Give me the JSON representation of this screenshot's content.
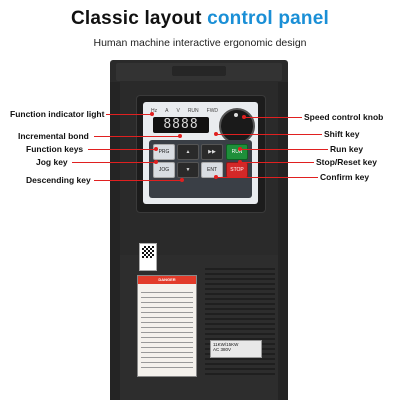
{
  "header": {
    "title_part1": "Classic layout",
    "title_part2": "control panel",
    "subtitle": "Human machine interactive ergonomic design"
  },
  "panel": {
    "display_value": "8888",
    "leds": [
      "Hz",
      "A",
      "V",
      "RUN",
      "FWD"
    ],
    "keys": {
      "prg": "PRG",
      "up": "▲",
      "shift": "▶▶",
      "run": "RUN",
      "down": "▼",
      "stop": "STOP",
      "jog": "JOG",
      "enter": "ENT"
    }
  },
  "callouts_left": [
    "Function indicator light",
    "Incremental bond",
    "Function keys",
    "Jog key",
    "Descending key"
  ],
  "callouts_right": [
    "Speed control knob",
    "Shift key",
    "Run key",
    "Stop/Reset key",
    "Confirm key"
  ],
  "labels": {
    "warning_header": "DANGER",
    "rating_line1": "11KW/15KW",
    "rating_line2": "AC 380V"
  },
  "colors": {
    "accent": "#1a8fd6",
    "callout_line": "#e02020",
    "device": "#2a2a2a"
  }
}
